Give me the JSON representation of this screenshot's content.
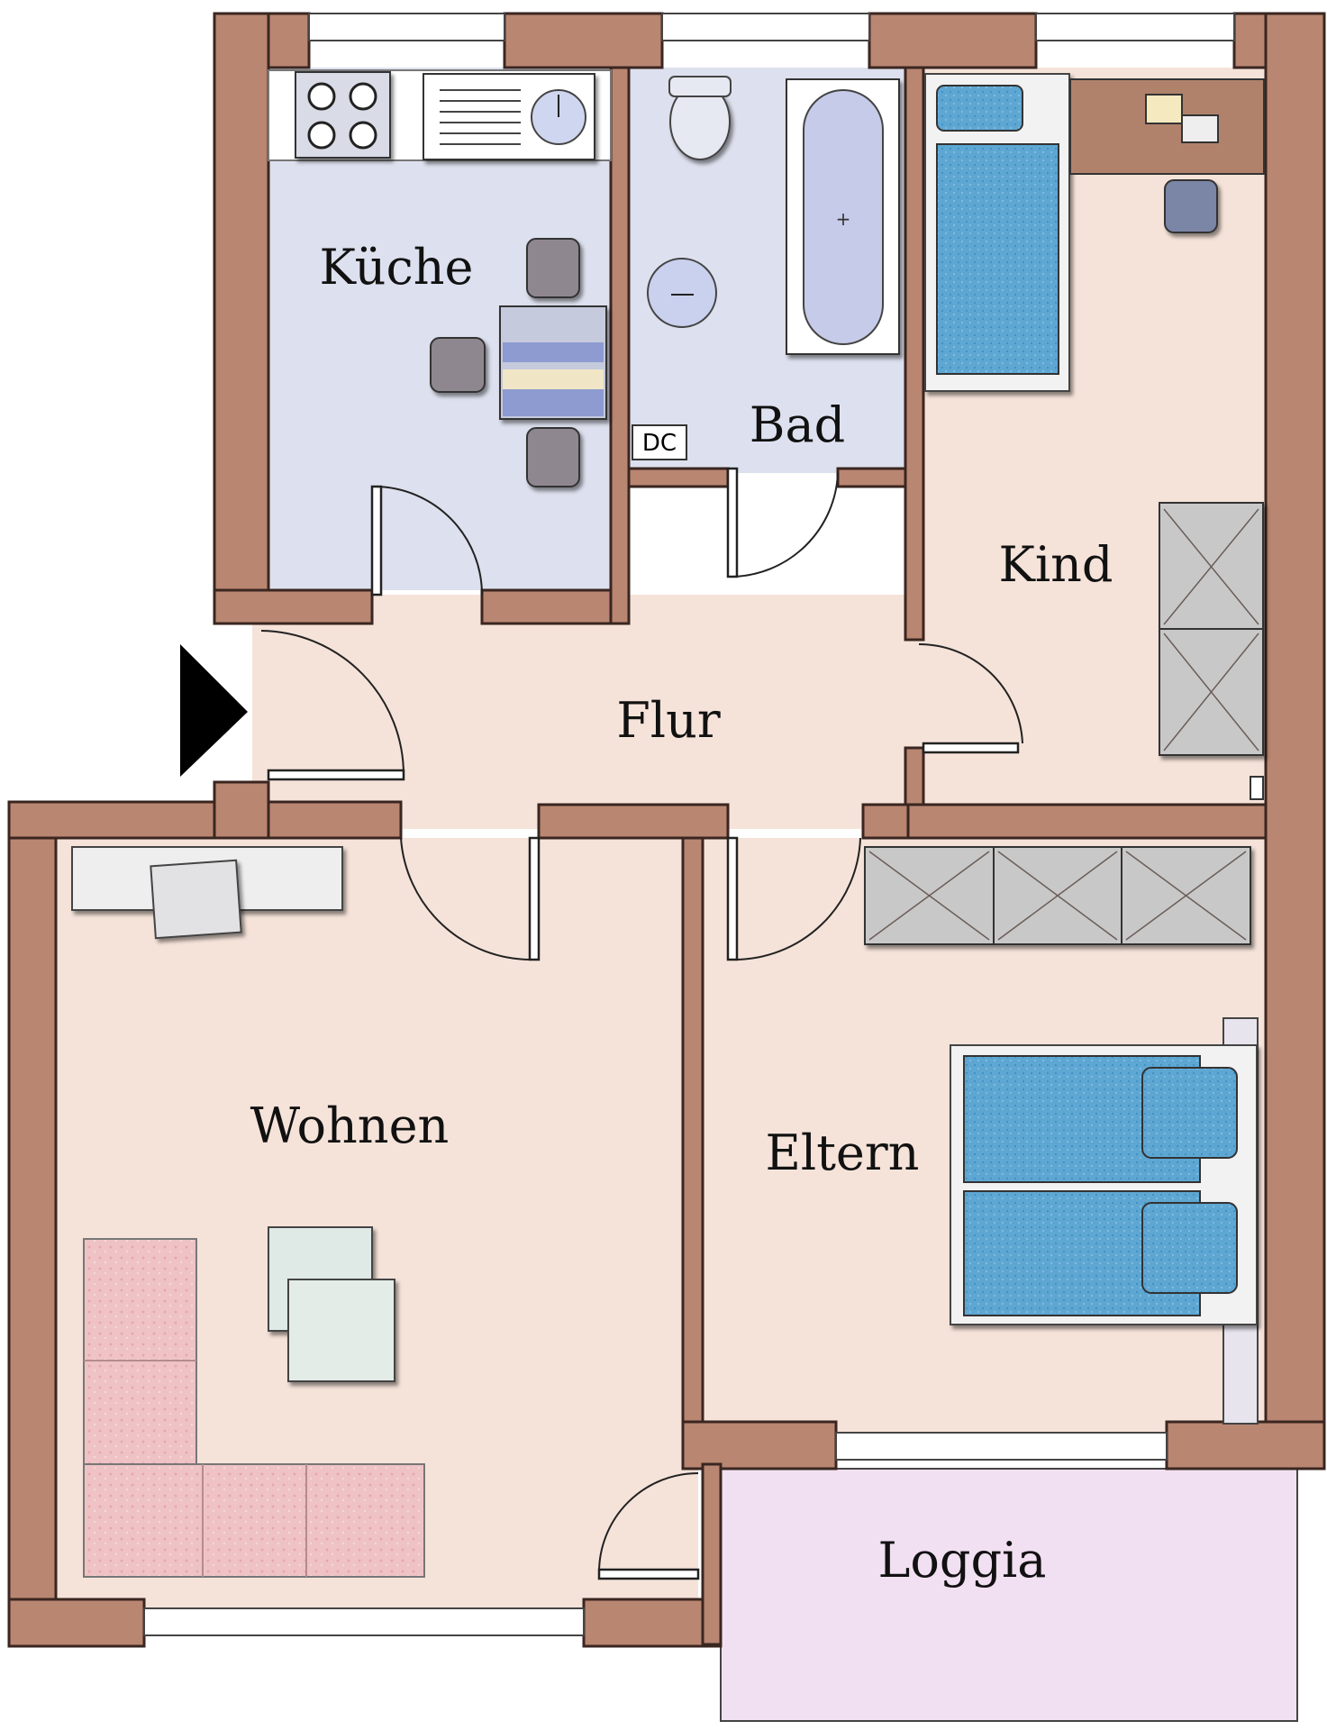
{
  "plan": {
    "rooms": {
      "kueche": "Küche",
      "bad": "Bad",
      "kind": "Kind",
      "flur": "Flur",
      "wohnen": "Wohnen",
      "eltern": "Eltern",
      "loggia": "Loggia"
    }
  },
  "colors": {
    "wall": "#b98672",
    "hall_floor": "#f5e3d9",
    "wet_floor": "#dde0ee",
    "loggia_floor": "#f1e0f1",
    "bedding": "#5ea7d3",
    "sofa": "#eebdc1",
    "wardrobe": "#c8c8c8",
    "desk": "#b0826c"
  }
}
